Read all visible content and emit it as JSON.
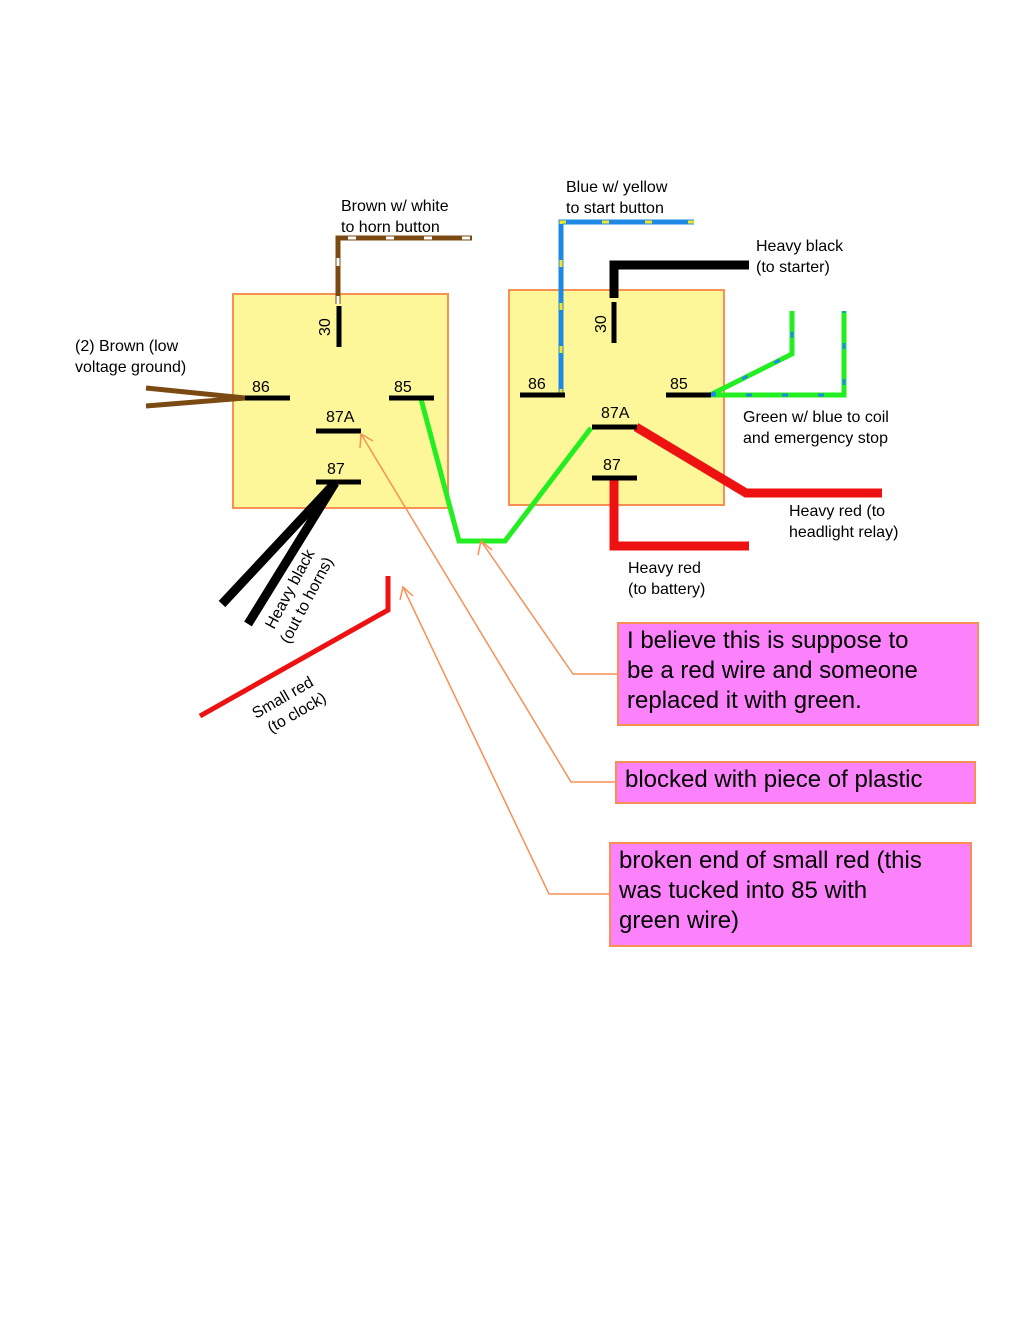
{
  "colors": {
    "relay_fill": "#fdf79a",
    "relay_border": "#f79055",
    "brown": "#7b4a12",
    "blue": "#1e88e5",
    "yellow": "#f5e625",
    "black": "#000000",
    "green": "#22ee22",
    "red": "#ee1111",
    "note_fill": "#fb82fb",
    "note_border": "#f79055",
    "arrow": "#f79055"
  },
  "relays": [
    {
      "pins": {
        "p30": "30",
        "p86": "86",
        "p85": "85",
        "p87a": "87A",
        "p87": "87"
      }
    },
    {
      "pins": {
        "p30": "30",
        "p86": "86",
        "p85": "85",
        "p87a": "87A",
        "p87": "87"
      }
    }
  ],
  "labels": {
    "brown_white": [
      "Brown w/ white",
      "to horn button"
    ],
    "blue_yellow": [
      "Blue w/ yellow",
      "to start button"
    ],
    "heavy_black_starter": [
      "Heavy black",
      "(to starter)"
    ],
    "brown_ground": [
      "(2) Brown (low",
      "voltage ground)"
    ],
    "green_blue": [
      "Green w/ blue to coil",
      "and emergency stop"
    ],
    "heavy_red_headlight": [
      "Heavy red (to",
      "headlight relay)"
    ],
    "heavy_red_battery": [
      "Heavy red",
      "(to battery)"
    ],
    "heavy_black_horns": [
      "Heavy black",
      "(out to horns)"
    ],
    "small_red_clock": [
      "Small red",
      "(to clock)"
    ]
  },
  "notes": {
    "green_wire": [
      "I believe this is suppose to",
      "be a red wire and someone",
      "replaced it with green."
    ],
    "plastic": [
      "blocked with piece of plastic"
    ],
    "broken_red": [
      "broken end of small red (this",
      "was tucked into 85 with",
      "green wire)"
    ]
  }
}
